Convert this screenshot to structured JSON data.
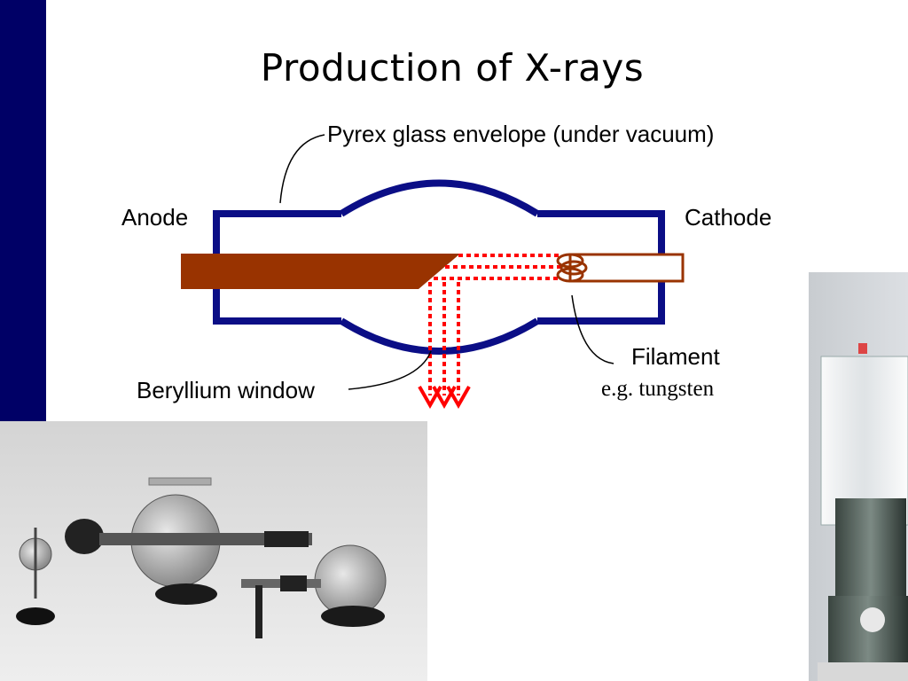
{
  "slide": {
    "title": "Production of X-rays"
  },
  "diagram": {
    "labels": {
      "envelope": "Pyrex glass envelope (under vacuum)",
      "anode": "Anode",
      "cathode": "Cathode",
      "filament": "Filament",
      "filament_example": "e.g. tungsten",
      "window": "Beryllium window"
    },
    "colors": {
      "tube_outline": "#0b0e86",
      "anode": "#993300",
      "beam": "#ff0000",
      "side_bar": "#000066"
    }
  },
  "photos": [
    {
      "name": "historical-xray-tubes-photo"
    },
    {
      "name": "modern-xray-tube-photo"
    }
  ]
}
